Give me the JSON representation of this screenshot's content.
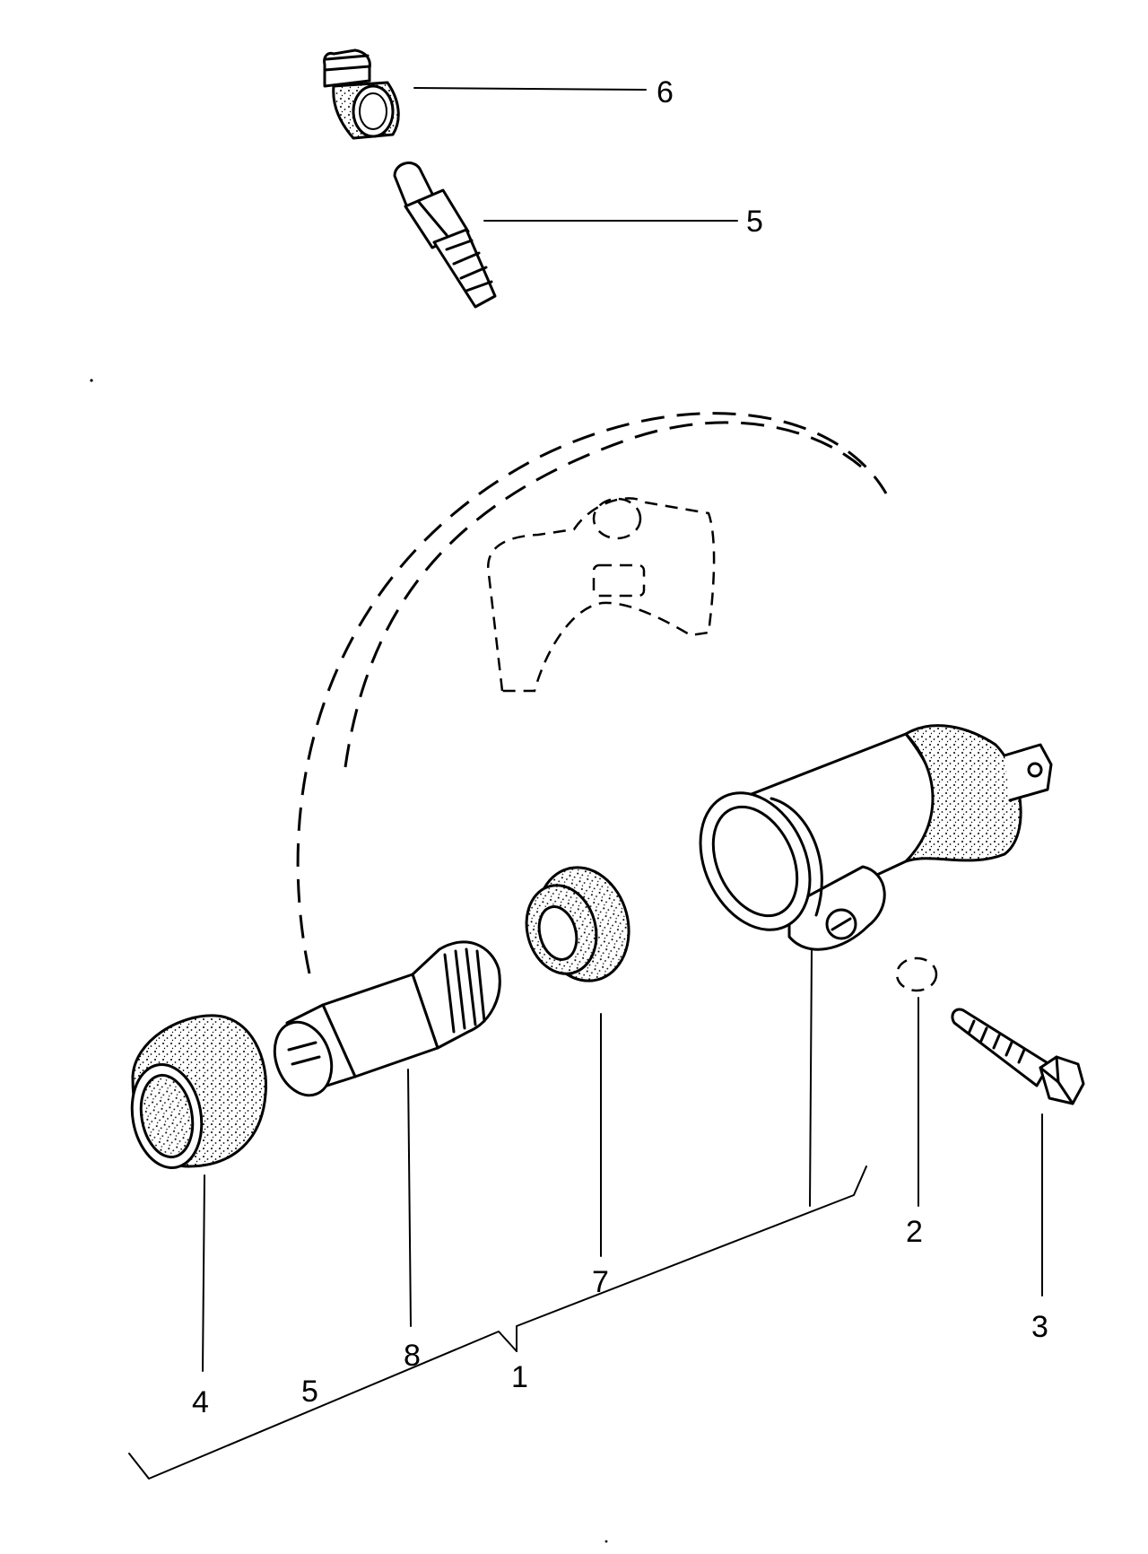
{
  "diagram": {
    "callouts": {
      "c6": "6",
      "c5_top": "5",
      "c2": "2",
      "c3": "3",
      "c7": "7",
      "c8": "8",
      "c1": "1",
      "c5_bottom": "5",
      "c4": "4"
    },
    "colors": {
      "ink": "#000000",
      "paper": "#ffffff"
    }
  }
}
